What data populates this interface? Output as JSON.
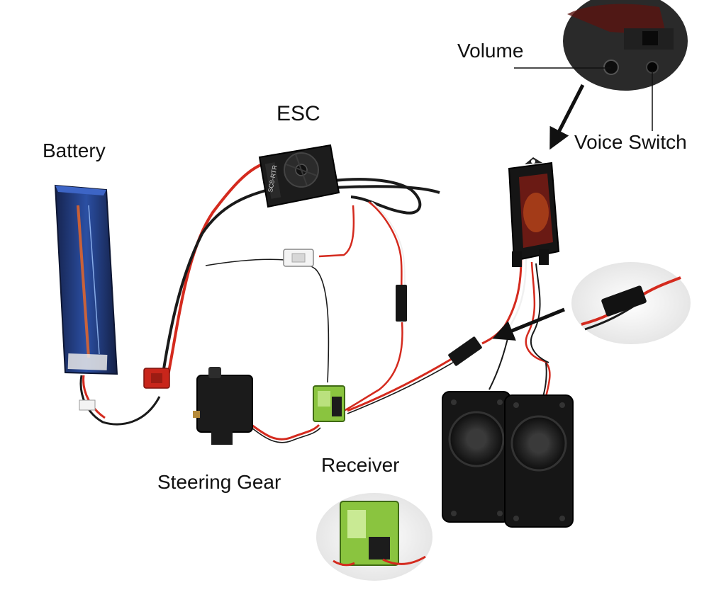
{
  "labels": {
    "battery": "Battery",
    "esc": "ESC",
    "volume": "Volume",
    "voice_switch": "Voice Switch",
    "receiver": "Receiver",
    "steering_gear": "Steering Gear"
  },
  "colors": {
    "wire_red": "#d42a1e",
    "wire_black": "#1a1a1a",
    "wire_white": "#f2f2f2",
    "component_dark": "#1c1c1c",
    "battery_blue": "#2b4fa3",
    "receiver_green": "#8ac43f",
    "connector_red": "#c8261b"
  },
  "components": [
    "battery-icon",
    "esc-icon",
    "receiver-icon",
    "steering-servo-icon",
    "sound-module-icon",
    "speaker-icon",
    "volume-knob-icon",
    "voice-switch-icon"
  ]
}
